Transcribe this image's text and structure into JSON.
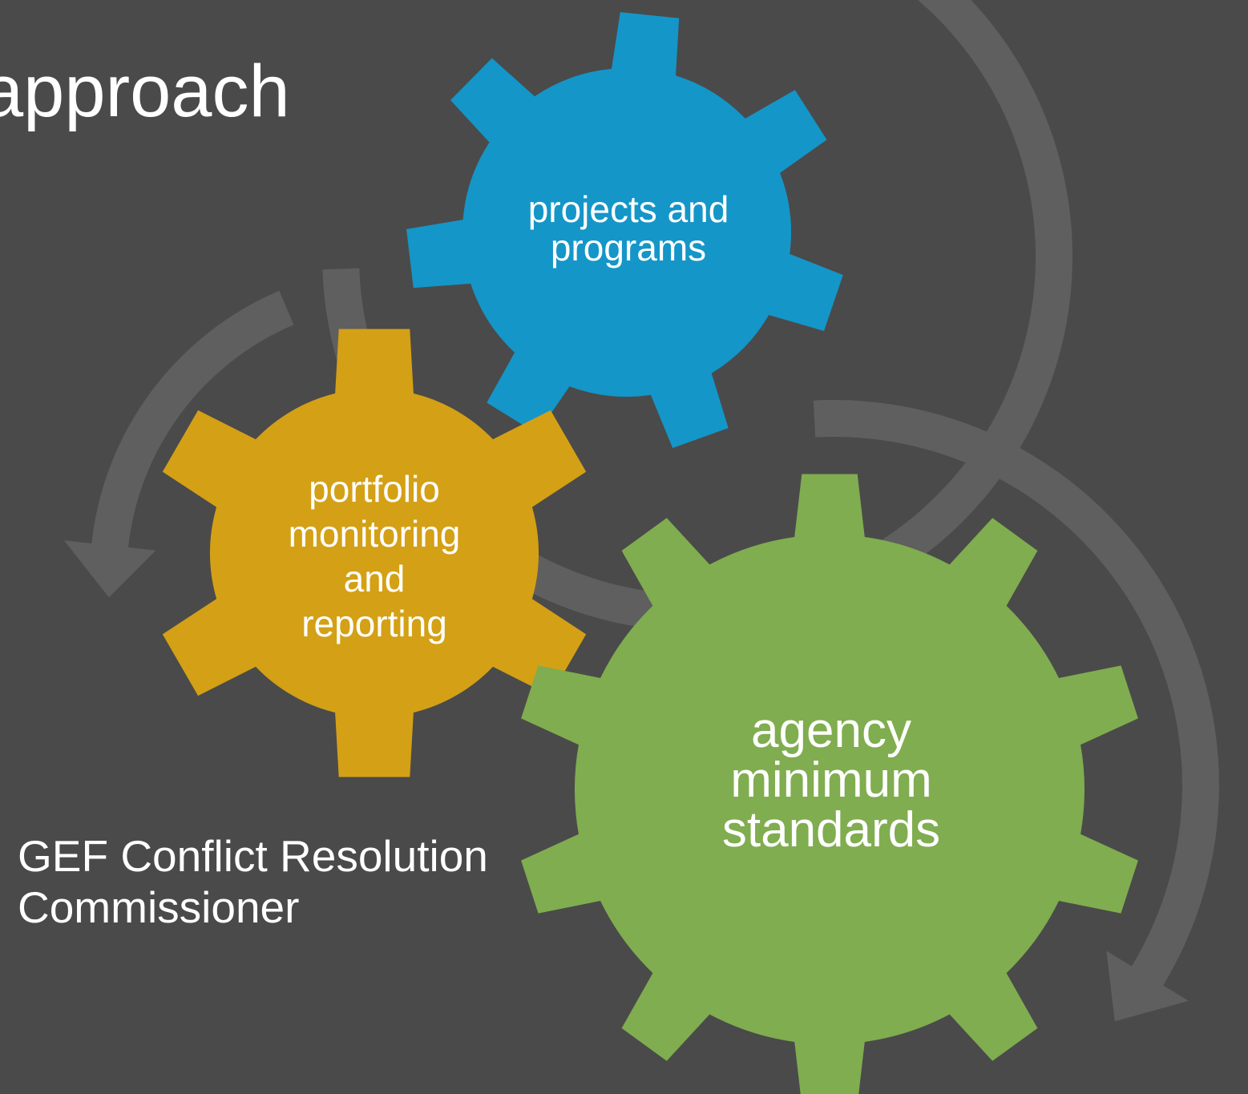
{
  "slide": {
    "title": "approach",
    "caption_lines": [
      "GEF Conflict Resolution",
      "Commissioner"
    ]
  },
  "gears": [
    {
      "id": "projects",
      "lines": [
        "projects and",
        "programs"
      ],
      "color": "#1496c8"
    },
    {
      "id": "portfolio",
      "lines": [
        "portfolio",
        "monitoring",
        "and",
        "reporting"
      ],
      "color": "#d4a015"
    },
    {
      "id": "agency",
      "lines": [
        "agency",
        "minimum",
        "standards"
      ],
      "color": "#80ad4f"
    }
  ],
  "colors": {
    "background": "#4a4a4a",
    "arrow": "#5f5f5f",
    "text": "#ffffff"
  }
}
